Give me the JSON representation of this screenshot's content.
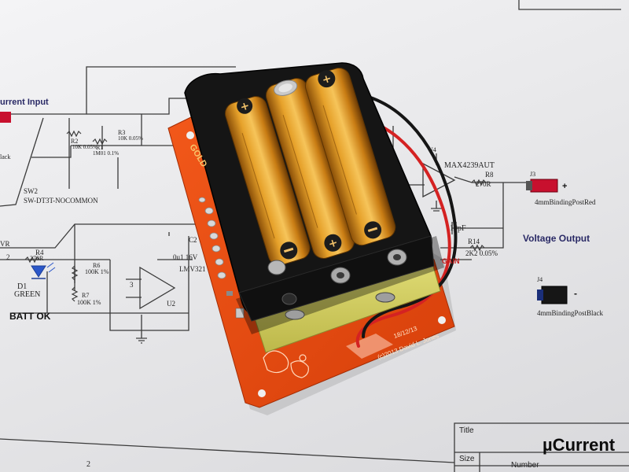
{
  "schematic": {
    "heading_current_input": "urrent Input",
    "labels": {
      "u4": "U4",
      "max4239": "MAX4239AUT",
      "r8": "R8",
      "r8_val": "270R",
      "c10p": "10pF",
      "r14": "R14",
      "r14_val": "2K2 0.05%",
      "gain": "GAIN",
      "voltage_output": "Voltage Output",
      "j3": "J3",
      "j3_part": "4mmBindingPostRed",
      "j3_sign": "+",
      "j4": "J4",
      "j4_part": "4mmBindingPostBlack",
      "j4_sign": "-",
      "sw2": "SW2",
      "sw2_part": "SW-DT3T-NOCOMMON",
      "r2": "R2",
      "r2_val": "10K 0.05%",
      "r3": "R3",
      "r3_val": "10K 0.05%",
      "r1": "R1",
      "r1_val": "1M01 0.1%",
      "r4": "R4",
      "r4_val": "270R",
      "d1": "D1",
      "d1_val": "GREEN",
      "batt_ok": "BATT OK",
      "r6": "R6",
      "r6_val": "100K 1%",
      "r7": "R7",
      "r7_val": "100K 1%",
      "c2": "C2",
      "c2_val": "0u1 16V",
      "lmv": "LMV321",
      "u2": "U2",
      "vr": "VR",
      "two": "2",
      "three": "3",
      "page_two": "2",
      "blk": "lack"
    },
    "title_block": {
      "title_label": "Title",
      "title_value": "µCurrent",
      "size_label": "Size",
      "number_label": "Number"
    }
  },
  "pcb": {
    "gold_text": "GOLD",
    "date": "18/12/13",
    "copyright": "(c)2013 David L. Jones"
  },
  "colors": {
    "paper": "#ececee",
    "ink": "#3a3a3a",
    "pcb_orange": "#e8480f",
    "battery_gold": "#e39a22",
    "holder_black": "#141414",
    "wire_red": "#d42222",
    "terminal_red": "#c8102e",
    "terminal_black": "#1a1a1a"
  }
}
